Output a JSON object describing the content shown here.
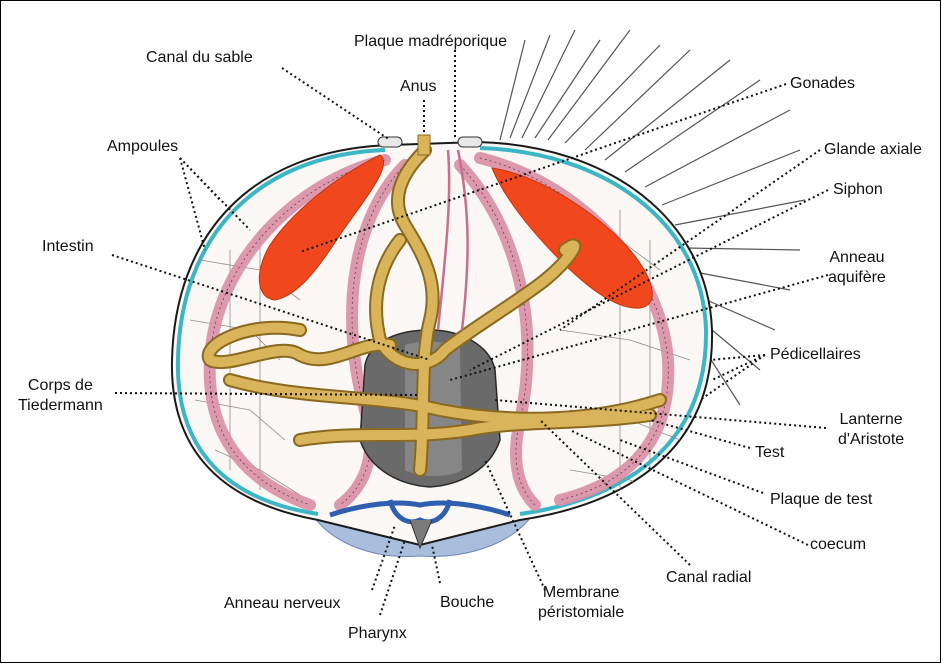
{
  "labels": {
    "canal_du_sable": "Canal du sable",
    "plaque_madreporique": "Plaque madréporique",
    "anus": "Anus",
    "gonades": "Gonades",
    "ampoules": "Ampoules",
    "glande_axiale": "Glande axiale",
    "siphon": "Siphon",
    "intestin": "Intestin",
    "anneau_aquifere": "Anneau\naquifère",
    "pedicellaires": "Pédicellaires",
    "corps_de_tiedermann": "Corps de\nTiedermann",
    "lanterne_daristote": "Lanterne\nd'Aristote",
    "test": "Test",
    "plaque_de_test": "Plaque de test",
    "coecum": "coecum",
    "canal_radial": "Canal radial",
    "membrane_peristomiale": "Membrane\npéristomiale",
    "bouche": "Bouche",
    "anneau_nerveux": "Anneau nerveux",
    "pharynx": "Pharynx"
  },
  "colors": {
    "test_outline": "#3bb6c4",
    "gonads": "#f0481c",
    "ampullae": "#d98fa6",
    "intestine": "#d9b45a",
    "intestine_edge": "#8a6a20",
    "lantern": "#6a6a6a",
    "nerve_ring": "#2f5fb0",
    "peristome": "#a9bddc",
    "spines": "#555555"
  }
}
